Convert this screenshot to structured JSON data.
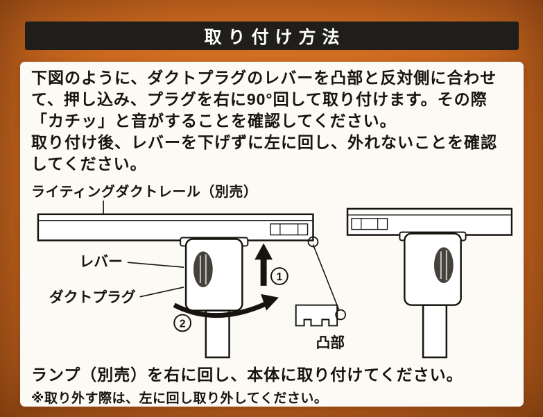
{
  "title_bar": {
    "title": "取り付け方法"
  },
  "instructions": {
    "para1": "下図のように、ダクトプラグのレバーを凸部と反対側に合わせて、押し込み、プラグを右に90°回して取り付けます。その際「カチッ」と音がすることを確認してください。",
    "para2": "取り付け後、レバーを下げずに左に回し、外れないことを確認してください。"
  },
  "diagram": {
    "rail_label": "ライティングダクトレール（別売）",
    "lever_label": "レバー",
    "plug_label": "ダクトプラグ",
    "tab_label": "凸部",
    "step1": "1",
    "step2": "2"
  },
  "footer": {
    "line1": "ランプ（別売）を右に回し、本体に取り付けてください。",
    "note": "※取り外す際は、左に回し取り外してください。"
  },
  "colors": {
    "background": "#cc6a20",
    "title_bar_bg": "#201e1b",
    "panel_bg": "#fcfaf5",
    "ink": "#17140f"
  }
}
